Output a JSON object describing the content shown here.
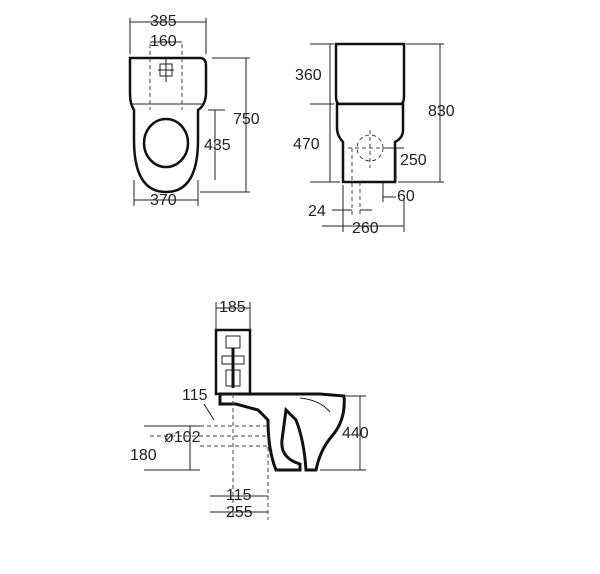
{
  "top_view": {
    "width_top": "385",
    "hole_spacing": "160",
    "height_total": "750",
    "height_holes": "435",
    "width_bottom": "370"
  },
  "side_view": {
    "cistern_height": "360",
    "bowl_height": "470",
    "total_height": "830",
    "outlet_height": "250",
    "outlet_width": "60",
    "offset": "24",
    "base_width": "260"
  },
  "section_view": {
    "cistern_depth": "185",
    "inlet_offset": "115",
    "pipe_diameter": "ø102",
    "pipe_height": "180",
    "seat_height": "440",
    "dist_a": "115",
    "dist_b": "255"
  }
}
